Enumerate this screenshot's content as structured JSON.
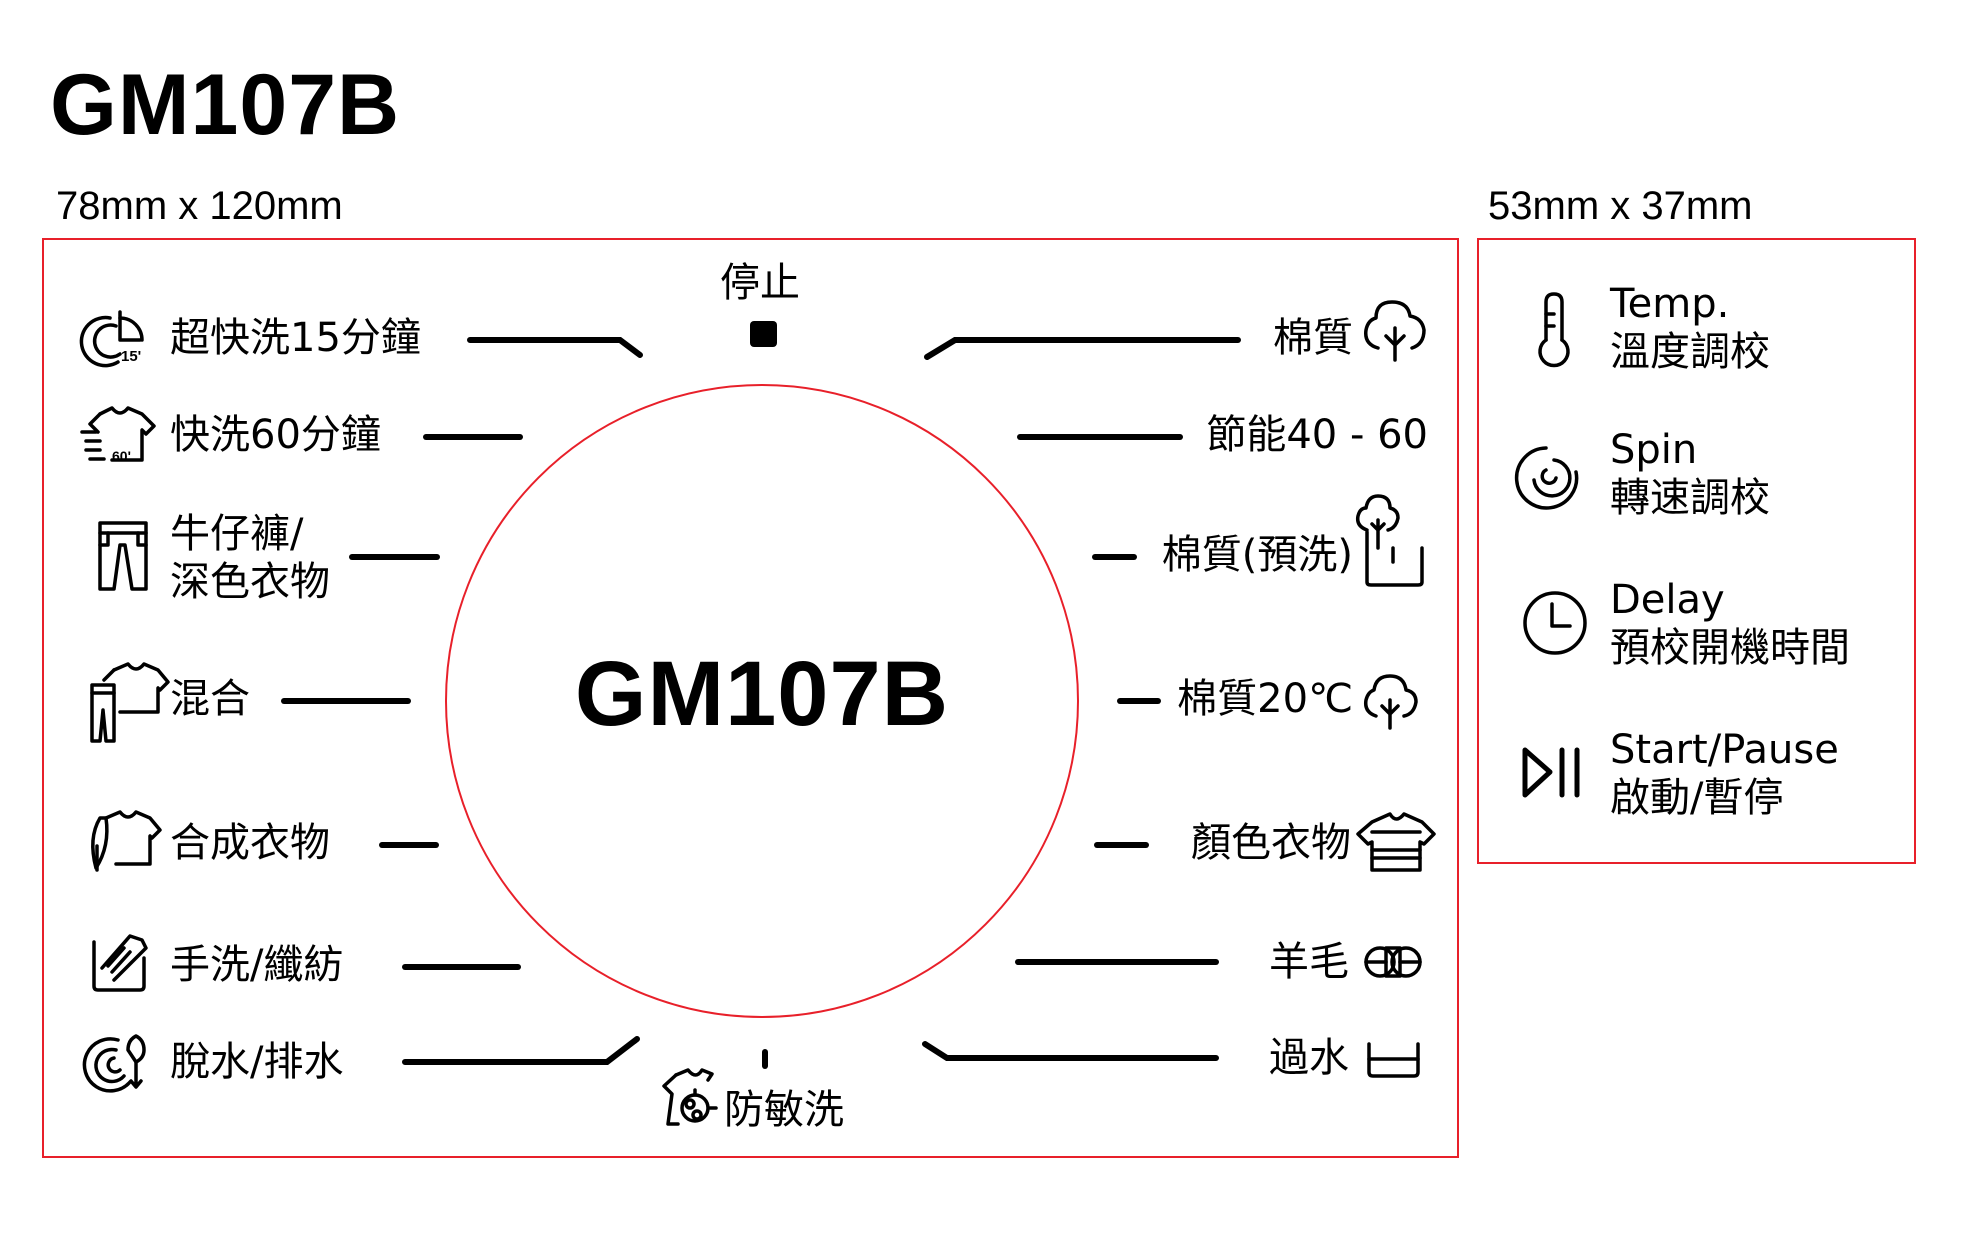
{
  "header": {
    "title": "GM107B",
    "panel_size": "78mm x 120mm",
    "control_size": "53mm x 37mm"
  },
  "dial": {
    "center_label": "GM107B",
    "stop_label": "停止",
    "left_programs": [
      {
        "label": "超快洗15分鐘",
        "icon": "quick-15-icon"
      },
      {
        "label": "快洗60分鐘",
        "icon": "quick-60-shirt-icon"
      },
      {
        "label_line1": "牛仔褲/",
        "label_line2": "深色衣物",
        "icon": "jeans-icon"
      },
      {
        "label": "混合",
        "icon": "mixed-clothes-icon"
      },
      {
        "label": "合成衣物",
        "icon": "synthetic-feather-shirt-icon"
      },
      {
        "label": "手洗/纖紡",
        "icon": "hand-wash-icon"
      },
      {
        "label": "脫水/排水",
        "icon": "spin-drain-icon"
      }
    ],
    "right_programs": [
      {
        "label": "棉質",
        "icon": "cotton-icon"
      },
      {
        "label": "節能40 - 60",
        "icon": ""
      },
      {
        "label": "棉質(預洗)",
        "icon": "cotton-prewash-icon"
      },
      {
        "label": "棉質20℃",
        "icon": "cotton-icon"
      },
      {
        "label": "顏色衣物",
        "icon": "colored-shirt-icon"
      },
      {
        "label": "羊毛",
        "icon": "wool-icon"
      },
      {
        "label": "過水",
        "icon": "rinse-tub-icon"
      }
    ],
    "bottom_program": {
      "label": "防敏洗",
      "icon": "allergy-care-icon"
    }
  },
  "controls": [
    {
      "en": "Temp.",
      "zh": "溫度調校",
      "icon": "thermometer-icon"
    },
    {
      "en": "Spin",
      "zh": "轉速調校",
      "icon": "spin-icon"
    },
    {
      "en": "Delay",
      "zh": "預校開機時間",
      "icon": "clock-icon"
    },
    {
      "en": "Start/Pause",
      "zh": "啟動/暫停",
      "icon": "play-pause-icon"
    }
  ],
  "colors": {
    "outline": "#e8202a",
    "ink": "#000000"
  }
}
